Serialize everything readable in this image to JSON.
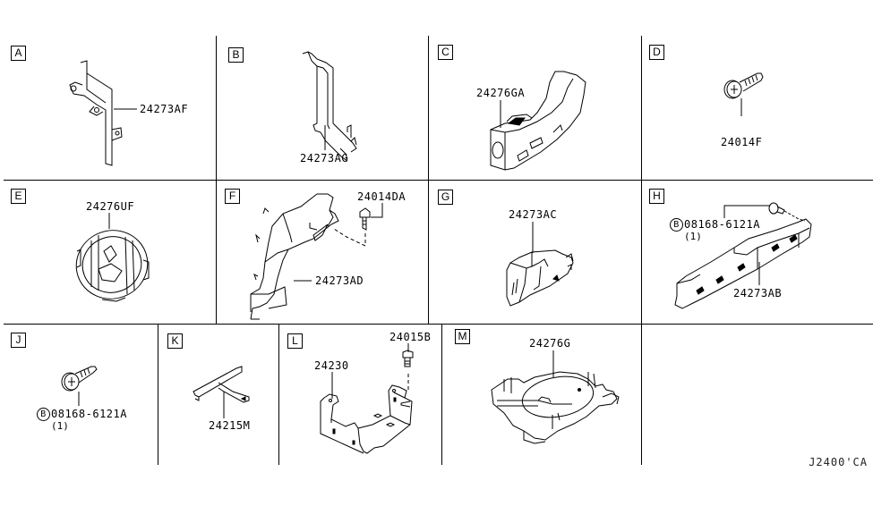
{
  "diagram": {
    "cells": [
      {
        "label": "A",
        "parts": [
          {
            "number": "24273AF"
          }
        ]
      },
      {
        "label": "B",
        "parts": [
          {
            "number": "24273AG"
          }
        ]
      },
      {
        "label": "C",
        "parts": [
          {
            "number": "24276GA"
          }
        ]
      },
      {
        "label": "D",
        "parts": [
          {
            "number": "24014F"
          }
        ]
      },
      {
        "label": "E",
        "parts": [
          {
            "number": "24276UF"
          }
        ]
      },
      {
        "label": "F",
        "parts": [
          {
            "number": "24014DA"
          },
          {
            "number": "24273AD"
          }
        ]
      },
      {
        "label": "G",
        "parts": [
          {
            "number": "24273AC"
          }
        ]
      },
      {
        "label": "H",
        "parts": [
          {
            "number": "08168-6121A",
            "bolt_symbol": "B",
            "qty": "(1)"
          },
          {
            "number": "24273AB"
          }
        ]
      },
      {
        "label": "J",
        "parts": [
          {
            "number": "08168-6121A",
            "bolt_symbol": "B",
            "qty": "(1)"
          }
        ]
      },
      {
        "label": "K",
        "parts": [
          {
            "number": "24215M"
          }
        ]
      },
      {
        "label": "L",
        "parts": [
          {
            "number": "24230"
          },
          {
            "number": "24015B"
          }
        ]
      },
      {
        "label": "M",
        "parts": [
          {
            "number": "24276G"
          }
        ]
      }
    ],
    "footer_code": "J2400'CA"
  }
}
